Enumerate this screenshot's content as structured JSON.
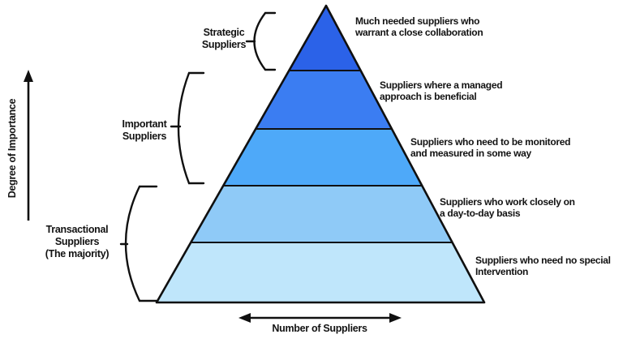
{
  "diagram": {
    "type": "segmented-pyramid",
    "subject": "Supplier segmentation pyramid",
    "y_axis_label": "Degree of Importance",
    "x_axis_label": "Number of Suppliers"
  },
  "groups": [
    {
      "name": "strategic",
      "line1": "Strategic",
      "line2": "Suppliers",
      "line3": ""
    },
    {
      "name": "important",
      "line1": "Important",
      "line2": "Suppliers",
      "line3": ""
    },
    {
      "name": "transactional",
      "line1": "Transactional",
      "line2": "Suppliers",
      "line3": "(The majority)"
    }
  ],
  "levels": [
    {
      "rank": 1,
      "group": "Strategic Suppliers",
      "color": "#2b62e8",
      "desc_line1": "Much needed suppliers who",
      "desc_line2": "warrant a close collaboration"
    },
    {
      "rank": 2,
      "group": "Important Suppliers",
      "color": "#3b7df2",
      "desc_line1": "Suppliers where a managed",
      "desc_line2": "approach is beneficial"
    },
    {
      "rank": 3,
      "group": "Important Suppliers",
      "color": "#4ea9f9",
      "desc_line1": "Suppliers who need to be monitored",
      "desc_line2": "and measured in some way"
    },
    {
      "rank": 4,
      "group": "Transactional Suppliers",
      "color": "#8fcaf7",
      "desc_line1": "Suppliers who work closely on",
      "desc_line2": "a day-to-day basis"
    },
    {
      "rank": 5,
      "group": "Transactional Suppliers",
      "color": "#bfe6fb",
      "desc_line1": "Suppliers who need no special",
      "desc_line2": "Intervention"
    }
  ],
  "colors": {
    "outline": "#101010",
    "text": "#121212",
    "background": "#ffffff"
  }
}
